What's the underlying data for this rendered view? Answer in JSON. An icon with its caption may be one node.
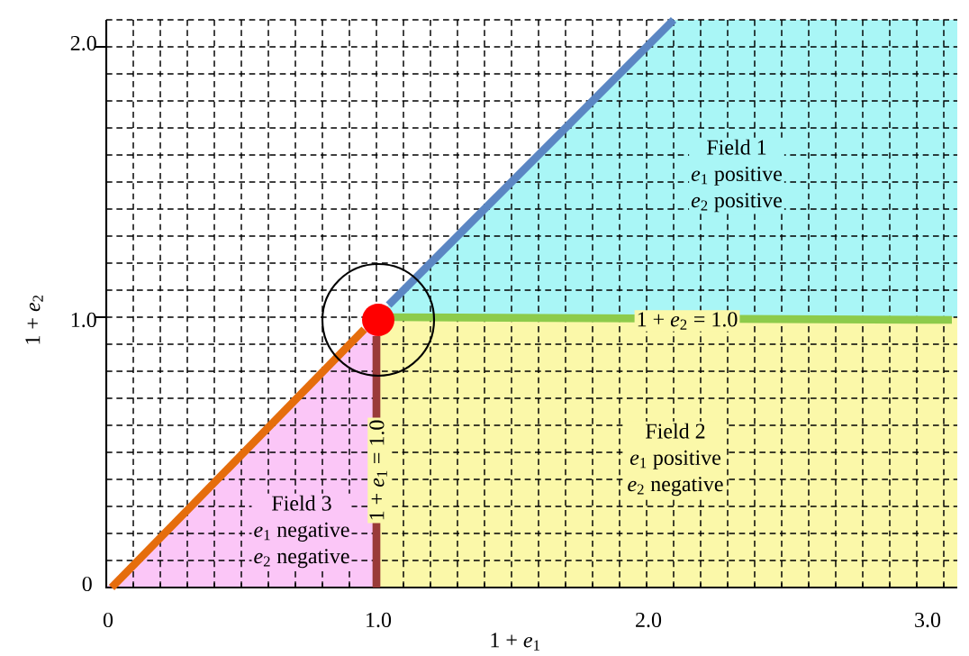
{
  "diagram": {
    "nodes": [
      {
        "text": [
          "Field 1",
          "*e*$_{1}$ positive",
          "*e*$_{2}$ positive"
        ]
      },
      {
        "text": [
          "Field 2",
          "*e*$_{1}$ positive",
          "*e*$_{2}$ negative"
        ]
      },
      {
        "text": [
          "Field 3",
          "*e*$_{1}$ negative",
          "*e*$_{2}$ negative"
        ]
      },
      {
        "text": [],
        "shape": "circle"
      }
    ],
    "labels": [
      "2.0",
      "1 + *e*$_{2}$",
      "1.0",
      "1 + *e*$_{2}$ = 1.0",
      "1 + *e*$_{1}$ = 1.0",
      "0",
      "0",
      "1.0",
      "2.0",
      "3.0",
      "1 + *e*$_{1}$"
    ]
  }
}
